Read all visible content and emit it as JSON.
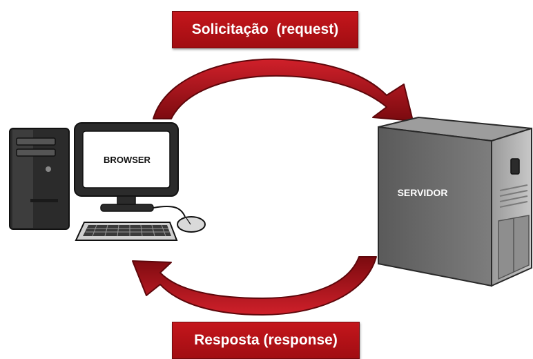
{
  "labels": {
    "request": "Solicitação  (request)",
    "response": "Resposta (response)",
    "browser": "BROWSER",
    "server": "SERVIDOR"
  },
  "colors": {
    "arrow_red": "#b5121b",
    "arrow_dark": "#7a0a0f",
    "label_bg": "#b01218",
    "computer_dark": "#2b2b2b",
    "server_gray": "#6b6b6b"
  },
  "icons": [
    "desktop-computer-icon",
    "monitor-icon",
    "keyboard-icon",
    "mouse-icon",
    "server-tower-icon",
    "request-arrow-icon",
    "response-arrow-icon"
  ]
}
